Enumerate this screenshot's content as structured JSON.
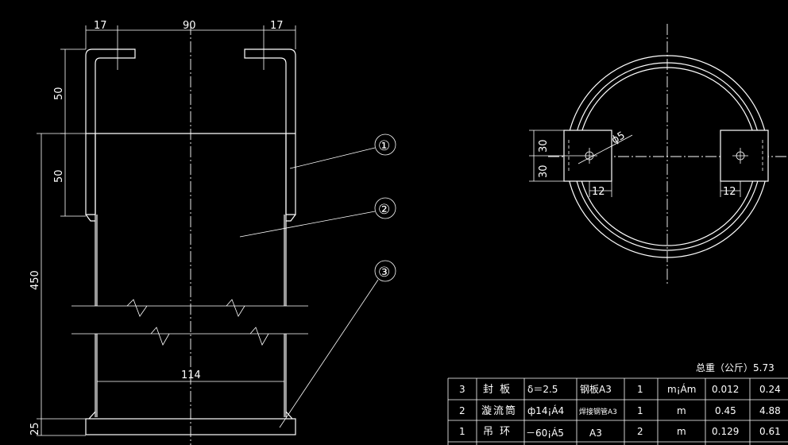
{
  "front_view": {
    "dimensions": {
      "top_left_17": "17",
      "top_span_90": "90",
      "top_right_17": "17",
      "left_50_upper": "50",
      "left_50_lower": "50",
      "left_450": "450",
      "left_25": "25",
      "inner_114": "114"
    },
    "balloons": [
      "①",
      "②",
      "③"
    ]
  },
  "top_view": {
    "dimensions": {
      "left_30_upper": "30",
      "left_30_lower": "30",
      "hole_dia": "ϕ5",
      "tab_left_12": "12",
      "tab_right_12": "12"
    }
  },
  "parts_table": {
    "total_weight_label": "总重（公斤）5.73",
    "rows": [
      [
        "3",
        "封 板",
        "δ＝2.5",
        "钢板A3",
        "1",
        "m¡Ám",
        "0.012",
        "0.24"
      ],
      [
        "2",
        "漩流筒",
        "ф14¡Á4",
        "焊接钢管A3",
        "1",
        "m",
        "0.45",
        "4.88"
      ],
      [
        "1",
        "吊 环",
        "－60¡Á5",
        "A3",
        "2",
        "m",
        "0.129",
        "0.61"
      ]
    ]
  }
}
